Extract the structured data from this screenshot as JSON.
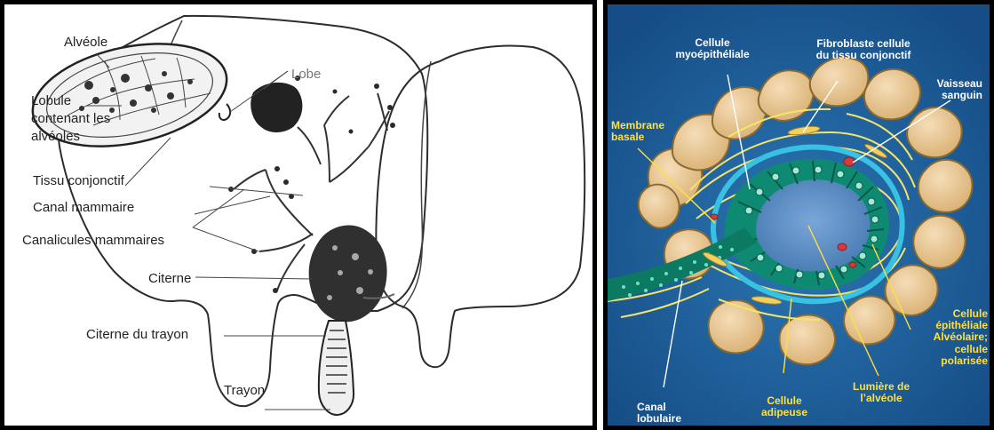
{
  "left_panel": {
    "labels": {
      "alveole": "Alvéole",
      "lobule_line1": "Lobule",
      "lobule_line2": "contenant les",
      "lobule_line3": "alvéoles",
      "lobe": "Lobe",
      "tissu_conjonctif": "Tissu conjonctif",
      "canal_mammaire": "Canal mammaire",
      "canalicules_mammaires": "Canalicules mammaires",
      "citerne": "Citerne",
      "citerne_du_trayon": "Citerne du trayon",
      "trayon": "Trayon"
    }
  },
  "right_panel": {
    "labels": {
      "cellule_myoepitheliale": "Cellule\nmyoépithéliale",
      "fibroblaste": "Fibroblaste cellule\ndu tissu conjonctif",
      "vaisseau_sanguin": "Vaisseau\nsanguin",
      "membrane_basale": "Membrane\nbasale",
      "cellule_epitheliale": "Cellule\népithéliale\nAlvéolaire;\ncellule\npolarisée",
      "lumiere_alveole": "Lumière de\nl’alvéole",
      "cellule_adipeuse": "Cellule\nadipeuse",
      "canal_lobulaire": "Canal\nlobulaire"
    }
  },
  "colors": {
    "right_background": "#1a5490",
    "right_inner_glow": "#2b76b3",
    "adipose_outline": "#8b6a2f",
    "adipose_fill": "#e6c89a",
    "label_white": "#ffffff",
    "label_yellow": "#ffe03d",
    "epithelial_green": "#0e8a73",
    "lumen_blue": "#5f8fc2",
    "fiber_yellow": "#f4e46a",
    "membrane_cyan": "#39c1e3",
    "vessel_red": "#d73a3a"
  }
}
